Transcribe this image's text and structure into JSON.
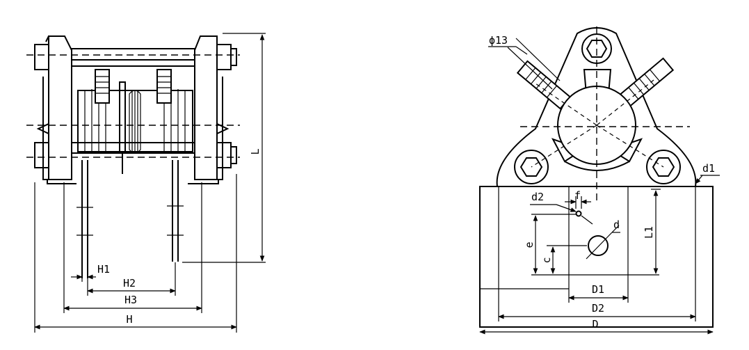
{
  "labels": {
    "L": "L",
    "H1": "H1",
    "H2": "H2",
    "H3": "H3",
    "H": "H",
    "phi13": "ϕ13",
    "d1": "d1",
    "d2": "d2",
    "f": "f",
    "d": "d",
    "e": "e",
    "c": "c",
    "L1": "L1",
    "D1": "D1",
    "D2": "D2",
    "D": "D"
  }
}
